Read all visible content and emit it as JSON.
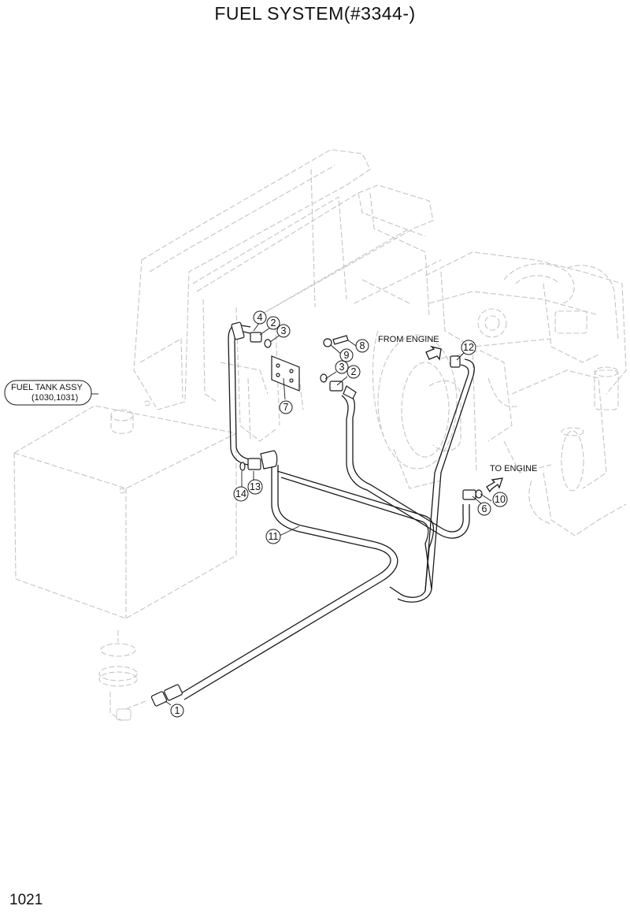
{
  "title": "FUEL SYSTEM(#3344-)",
  "page_number": "1021",
  "fuel_tank_label": {
    "line1": "FUEL TANK ASSY",
    "line2": "(1030,1031)"
  },
  "flow_labels": {
    "from_engine": "FROM ENGINE",
    "to_engine": "TO ENGINE"
  },
  "callouts": [
    "1",
    "2",
    "3",
    "4",
    "6",
    "7",
    "8",
    "9",
    "10",
    "11",
    "12",
    "13",
    "14"
  ],
  "colors": {
    "line": "#1a1a1a",
    "background_phantom": "#c4c4c4"
  }
}
